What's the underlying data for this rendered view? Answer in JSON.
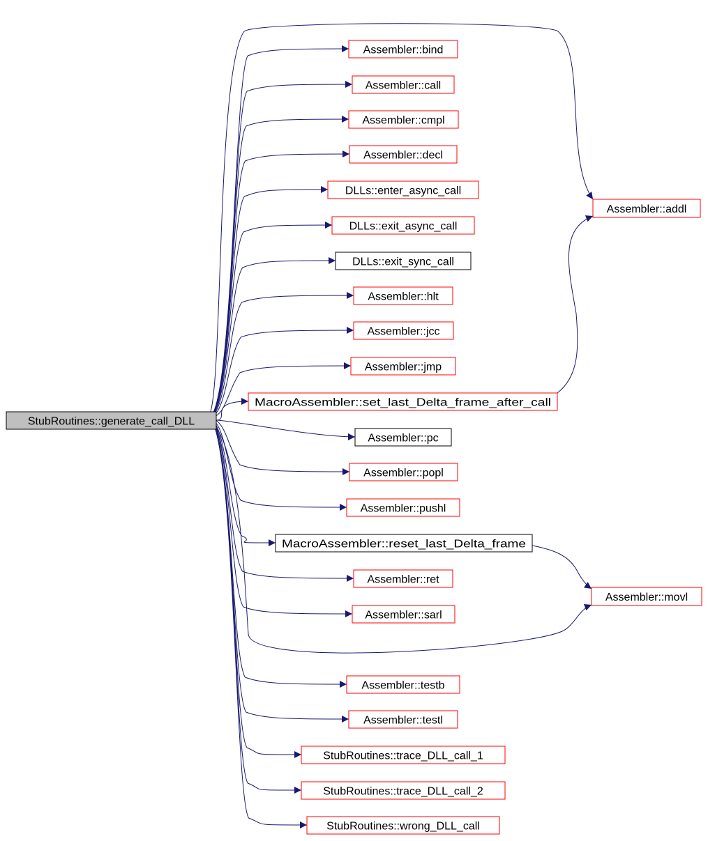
{
  "colors": {
    "edge": "#191970",
    "root_fill": "#bfbfbf",
    "root_border": "#000000",
    "link_border": "#ff0000",
    "plain_border": "#000000"
  },
  "root": {
    "label": "StubRoutines::generate_call_DLL"
  },
  "callees": [
    {
      "label": "Assembler::bind",
      "kind": "link"
    },
    {
      "label": "Assembler::call",
      "kind": "link"
    },
    {
      "label": "Assembler::cmpl",
      "kind": "link"
    },
    {
      "label": "Assembler::decl",
      "kind": "link"
    },
    {
      "label": "DLLs::enter_async_call",
      "kind": "link"
    },
    {
      "label": "DLLs::exit_async_call",
      "kind": "link"
    },
    {
      "label": "DLLs::exit_sync_call",
      "kind": "plain"
    },
    {
      "label": "Assembler::hlt",
      "kind": "link"
    },
    {
      "label": "Assembler::jcc",
      "kind": "link"
    },
    {
      "label": "Assembler::jmp",
      "kind": "link"
    },
    {
      "label": "MacroAssembler::set_last_Delta_frame_after_call",
      "kind": "link"
    },
    {
      "label": "Assembler::pc",
      "kind": "plain"
    },
    {
      "label": "Assembler::popl",
      "kind": "link"
    },
    {
      "label": "Assembler::pushl",
      "kind": "link"
    },
    {
      "label": "MacroAssembler::reset_last_Delta_frame",
      "kind": "plain"
    },
    {
      "label": "Assembler::ret",
      "kind": "link"
    },
    {
      "label": "Assembler::sarl",
      "kind": "link"
    },
    {
      "label": "Assembler::testb",
      "kind": "link"
    },
    {
      "label": "Assembler::testl",
      "kind": "link"
    },
    {
      "label": "StubRoutines::trace_DLL_call_1",
      "kind": "link"
    },
    {
      "label": "StubRoutines::trace_DLL_call_2",
      "kind": "link"
    },
    {
      "label": "StubRoutines::wrong_DLL_call",
      "kind": "link"
    }
  ],
  "right_nodes": [
    {
      "label": "Assembler::addl",
      "kind": "link"
    },
    {
      "label": "Assembler::movl",
      "kind": "link"
    }
  ],
  "edges": [
    {
      "from": "StubRoutines::generate_call_DLL",
      "to": "Assembler::bind"
    },
    {
      "from": "StubRoutines::generate_call_DLL",
      "to": "Assembler::call"
    },
    {
      "from": "StubRoutines::generate_call_DLL",
      "to": "Assembler::cmpl"
    },
    {
      "from": "StubRoutines::generate_call_DLL",
      "to": "Assembler::decl"
    },
    {
      "from": "StubRoutines::generate_call_DLL",
      "to": "DLLs::enter_async_call"
    },
    {
      "from": "StubRoutines::generate_call_DLL",
      "to": "DLLs::exit_async_call"
    },
    {
      "from": "StubRoutines::generate_call_DLL",
      "to": "DLLs::exit_sync_call"
    },
    {
      "from": "StubRoutines::generate_call_DLL",
      "to": "Assembler::hlt"
    },
    {
      "from": "StubRoutines::generate_call_DLL",
      "to": "Assembler::jcc"
    },
    {
      "from": "StubRoutines::generate_call_DLL",
      "to": "Assembler::jmp"
    },
    {
      "from": "StubRoutines::generate_call_DLL",
      "to": "MacroAssembler::set_last_Delta_frame_after_call"
    },
    {
      "from": "StubRoutines::generate_call_DLL",
      "to": "Assembler::pc"
    },
    {
      "from": "StubRoutines::generate_call_DLL",
      "to": "Assembler::popl"
    },
    {
      "from": "StubRoutines::generate_call_DLL",
      "to": "Assembler::pushl"
    },
    {
      "from": "StubRoutines::generate_call_DLL",
      "to": "MacroAssembler::reset_last_Delta_frame"
    },
    {
      "from": "StubRoutines::generate_call_DLL",
      "to": "Assembler::ret"
    },
    {
      "from": "StubRoutines::generate_call_DLL",
      "to": "Assembler::sarl"
    },
    {
      "from": "StubRoutines::generate_call_DLL",
      "to": "Assembler::testb"
    },
    {
      "from": "StubRoutines::generate_call_DLL",
      "to": "Assembler::testl"
    },
    {
      "from": "StubRoutines::generate_call_DLL",
      "to": "StubRoutines::trace_DLL_call_1"
    },
    {
      "from": "StubRoutines::generate_call_DLL",
      "to": "StubRoutines::trace_DLL_call_2"
    },
    {
      "from": "StubRoutines::generate_call_DLL",
      "to": "StubRoutines::wrong_DLL_call"
    },
    {
      "from": "StubRoutines::generate_call_DLL",
      "to": "Assembler::addl"
    },
    {
      "from": "StubRoutines::generate_call_DLL",
      "to": "Assembler::movl"
    },
    {
      "from": "MacroAssembler::set_last_Delta_frame_after_call",
      "to": "Assembler::addl"
    },
    {
      "from": "MacroAssembler::reset_last_Delta_frame",
      "to": "Assembler::movl"
    }
  ]
}
